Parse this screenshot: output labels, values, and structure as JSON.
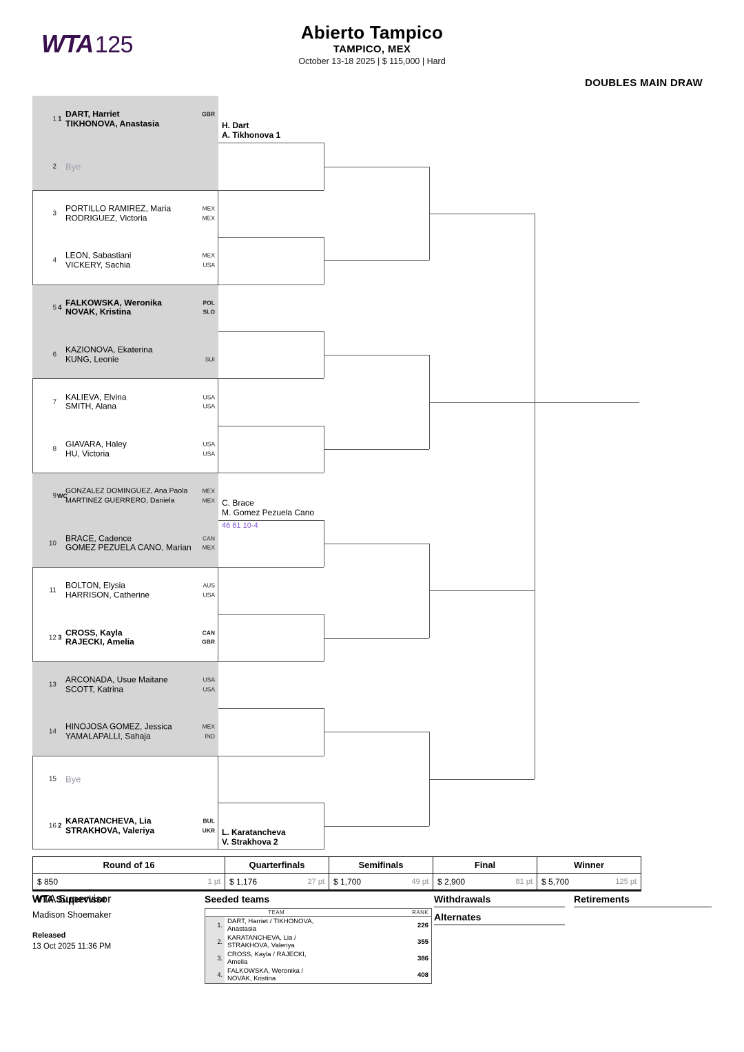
{
  "header": {
    "logo_wta": "WTA",
    "logo_tier": "125",
    "title": "Abierto Tampico",
    "city": "TAMPICO, MEX",
    "meta": "October 13-18 2025  |  $ 115,000  |  Hard",
    "draw_type": "DOUBLES MAIN DRAW",
    "brand_purple": "#3a0f4f"
  },
  "draw": {
    "bye_label": "Bye",
    "score_color": "#7b4fd4",
    "entries": [
      {
        "num": "1",
        "seed": "1",
        "status": "",
        "shaded": true,
        "bold": true,
        "p1": "DART, Harriet",
        "p2": "TIKHONOVA, Anastasia",
        "c1": "GBR",
        "c2": ""
      },
      {
        "num": "2",
        "seed": "",
        "status": "",
        "shaded": true,
        "bye": true,
        "bold": false,
        "p1": "Bye",
        "p2": "",
        "c1": "",
        "c2": ""
      },
      {
        "num": "3",
        "seed": "",
        "status": "",
        "shaded": false,
        "bold": false,
        "p1": "PORTILLO RAMIREZ, Maria",
        "p2": "RODRIGUEZ, Victoria",
        "c1": "MEX",
        "c2": "MEX"
      },
      {
        "num": "4",
        "seed": "",
        "status": "",
        "shaded": false,
        "bold": false,
        "p1": "LEON, Sabastiani",
        "p2": "VICKERY, Sachia",
        "c1": "MEX",
        "c2": "USA"
      },
      {
        "num": "5",
        "seed": "4",
        "status": "",
        "shaded": true,
        "bold": true,
        "p1": "FALKOWSKA, Weronika",
        "p2": "NOVAK, Kristina",
        "c1": "POL",
        "c2": "SLO"
      },
      {
        "num": "6",
        "seed": "",
        "status": "",
        "shaded": true,
        "bold": false,
        "p1": "KAZIONOVA, Ekaterina",
        "p2": "KUNG, Leonie",
        "c1": "",
        "c2": "SUI"
      },
      {
        "num": "7",
        "seed": "",
        "status": "",
        "shaded": false,
        "bold": false,
        "p1": "KALIEVA, Elvina",
        "p2": "SMITH, Alana",
        "c1": "USA",
        "c2": "USA"
      },
      {
        "num": "8",
        "seed": "",
        "status": "",
        "shaded": false,
        "bold": false,
        "p1": "GIAVARA, Haley",
        "p2": "HU, Victoria",
        "c1": "USA",
        "c2": "USA"
      },
      {
        "num": "9",
        "seed": "",
        "status": "WC",
        "shaded": true,
        "bold": false,
        "small": true,
        "p1": "GONZALEZ DOMINGUEZ, Ana Paola",
        "p2": "MARTINEZ GUERRERO, Daniela",
        "c1": "MEX",
        "c2": "MEX"
      },
      {
        "num": "10",
        "seed": "",
        "status": "",
        "shaded": true,
        "bold": false,
        "p1": "BRACE, Cadence",
        "p2": "GOMEZ PEZUELA CANO, Marian",
        "c1": "CAN",
        "c2": "MEX"
      },
      {
        "num": "11",
        "seed": "",
        "status": "",
        "shaded": false,
        "bold": false,
        "p1": "BOLTON, Elysia",
        "p2": "HARRISON, Catherine",
        "c1": "AUS",
        "c2": "USA"
      },
      {
        "num": "12",
        "seed": "3",
        "status": "",
        "shaded": false,
        "bold": true,
        "p1": "CROSS, Kayla",
        "p2": "RAJECKI, Amelia",
        "c1": "CAN",
        "c2": "GBR"
      },
      {
        "num": "13",
        "seed": "",
        "status": "",
        "shaded": true,
        "bold": false,
        "p1": "ARCONADA, Usue Maitane",
        "p2": "SCOTT, Katrina",
        "c1": "USA",
        "c2": "USA"
      },
      {
        "num": "14",
        "seed": "",
        "status": "",
        "shaded": true,
        "bold": false,
        "p1": "HINOJOSA GOMEZ, Jessica",
        "p2": "YAMALAPALLI, Sahaja",
        "c1": "MEX",
        "c2": "IND"
      },
      {
        "num": "15",
        "seed": "",
        "status": "",
        "shaded": false,
        "bye": true,
        "bold": false,
        "p1": "Bye",
        "p2": "",
        "c1": "",
        "c2": ""
      },
      {
        "num": "16",
        "seed": "2",
        "status": "",
        "shaded": false,
        "bold": true,
        "p1": "KARATANCHEVA, Lia",
        "p2": "STRAKHOVA, Valeriya",
        "c1": "BUL",
        "c2": "UKR"
      }
    ],
    "round16_results": [
      {
        "slot": 1,
        "line1": "H. Dart",
        "line2": "A. Tikhonova  1",
        "bold": true,
        "score": ""
      },
      {
        "slot": 5,
        "line1": "C. Brace",
        "line2": "M. Gomez Pezuela Cano",
        "bold": false,
        "score": "46 61 10-4"
      },
      {
        "slot": 8,
        "line1": "L. Karatancheva",
        "line2": "V. Strakhova  2",
        "bold": true,
        "score": ""
      }
    ]
  },
  "prize_table": {
    "columns": [
      "Round of 16",
      "Quarterfinals",
      "Semifinals",
      "Final",
      "Winner"
    ],
    "money": [
      "$ 850",
      "$ 1,176",
      "$ 1,700",
      "$ 2,900",
      "$ 5,700"
    ],
    "points": [
      "1 pt",
      "27 pt",
      "49 pt",
      "81 pt",
      "125 pt"
    ]
  },
  "footer": {
    "supervisor_head": "WTA Supervisor",
    "supervisor_name": "Madison Shoemaker",
    "released_head": "Released",
    "released_value": "13 Oct 2025   11:36 PM",
    "seeded_head": "Seeded teams",
    "seeded_col_team": "TEAM",
    "seeded_col_rank": "RANK",
    "seeded_teams": [
      {
        "idx": "1.",
        "team": "DART, Harriet / TIKHONOVA, Anastasia",
        "rank": "226"
      },
      {
        "idx": "2.",
        "team": "KARATANCHEVA, Lia / STRAKHOVA, Valeriya",
        "rank": "355"
      },
      {
        "idx": "3.",
        "team": "CROSS, Kayla / RAJECKI, Amelia",
        "rank": "386"
      },
      {
        "idx": "4.",
        "team": "FALKOWSKA, Weronika / NOVAK, Kristina",
        "rank": "408"
      }
    ],
    "withdrawals_head": "Withdrawals",
    "alternates_head": "Alternates",
    "retirements_head": "Retirements"
  }
}
